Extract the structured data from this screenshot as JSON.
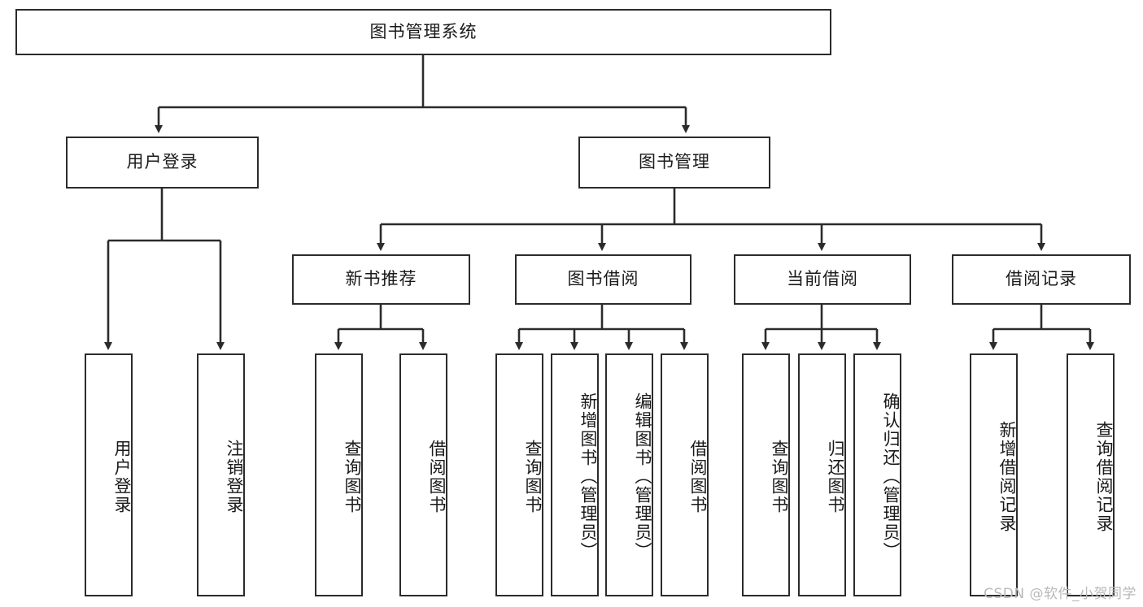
{
  "diagram": {
    "title": "图书管理系统",
    "type": "tree-hierarchy-chart",
    "watermark": "CSDN @软件_小贺同学",
    "colors": {
      "stroke": "#2b2b2b",
      "fill": "#ffffff",
      "text": "#1a1a1a",
      "watermark": "#b9b9b9"
    },
    "nodes": {
      "root": {
        "label": "图书管理系统",
        "level": 1,
        "orientation": "horizontal"
      },
      "l2": [
        {
          "id": "user-login",
          "label": "用户登录",
          "level": 2,
          "orientation": "horizontal"
        },
        {
          "id": "book-manage",
          "label": "图书管理",
          "level": 2,
          "orientation": "horizontal"
        }
      ],
      "l3": [
        {
          "id": "new-book-recommend",
          "label": "新书推荐",
          "level": 3,
          "orientation": "horizontal"
        },
        {
          "id": "book-borrow",
          "label": "图书借阅",
          "level": 3,
          "orientation": "horizontal"
        },
        {
          "id": "current-borrow",
          "label": "当前借阅",
          "level": 3,
          "orientation": "horizontal"
        },
        {
          "id": "borrow-record",
          "label": "借阅记录",
          "level": 3,
          "orientation": "horizontal"
        }
      ],
      "leaves": [
        {
          "id": "leaf-user-login",
          "label": "用户登录",
          "parent": "user-login",
          "orientation": "vertical"
        },
        {
          "id": "leaf-user-logout",
          "label": "注销登录",
          "parent": "user-login",
          "orientation": "vertical"
        },
        {
          "id": "leaf-query-book-1",
          "label": "查询图书",
          "parent": "new-book-recommend",
          "orientation": "vertical"
        },
        {
          "id": "leaf-borrow-book-1",
          "label": "借阅图书",
          "parent": "new-book-recommend",
          "orientation": "vertical"
        },
        {
          "id": "leaf-query-book-2",
          "label": "查询图书",
          "parent": "book-borrow",
          "orientation": "vertical"
        },
        {
          "id": "leaf-add-book",
          "label": "新增图书（管理员）",
          "parent": "book-borrow",
          "orientation": "vertical"
        },
        {
          "id": "leaf-edit-book",
          "label": "编辑图书（管理员）",
          "parent": "book-borrow",
          "orientation": "vertical"
        },
        {
          "id": "leaf-borrow-book-2",
          "label": "借阅图书",
          "parent": "book-borrow",
          "orientation": "vertical"
        },
        {
          "id": "leaf-query-book-3",
          "label": "查询图书",
          "parent": "current-borrow",
          "orientation": "vertical"
        },
        {
          "id": "leaf-return-book",
          "label": "归还图书",
          "parent": "current-borrow",
          "orientation": "vertical"
        },
        {
          "id": "leaf-confirm-return",
          "label": "确认归还（管理员）",
          "parent": "current-borrow",
          "orientation": "vertical"
        },
        {
          "id": "leaf-add-record",
          "label": "新增借阅记录",
          "parent": "borrow-record",
          "orientation": "vertical"
        },
        {
          "id": "leaf-query-record",
          "label": "查询借阅记录",
          "parent": "borrow-record",
          "orientation": "vertical"
        }
      ]
    }
  }
}
